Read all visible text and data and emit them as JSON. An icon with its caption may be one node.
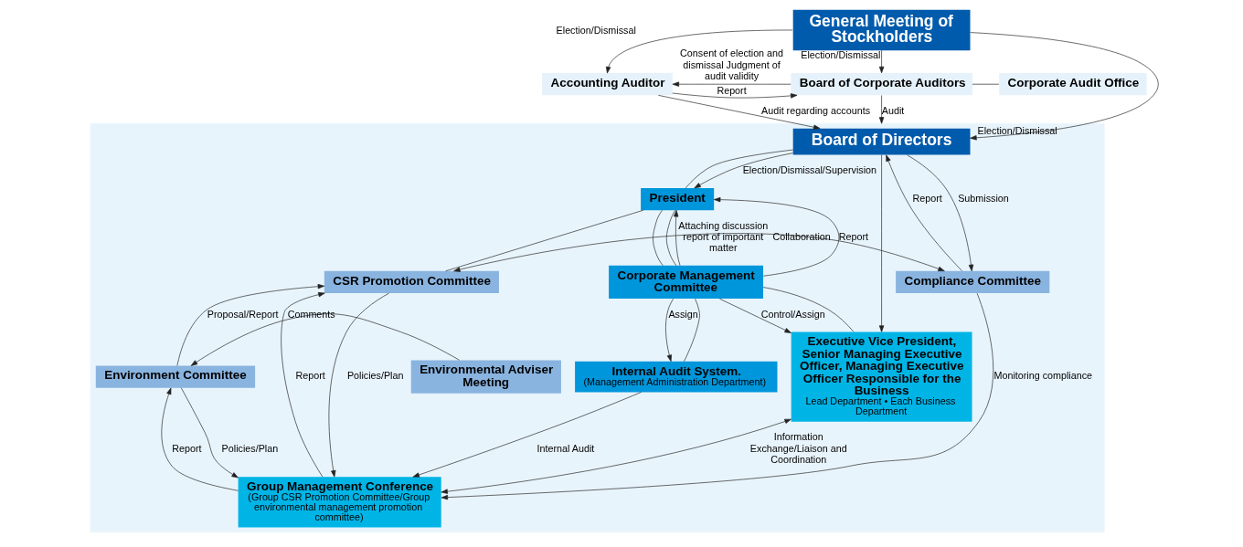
{
  "diagram": {
    "nodes": [
      {
        "text": [
          "General Meeting of Stockholders"
        ]
      },
      {
        "text": [
          "Accounting Auditor"
        ]
      },
      {
        "text": [
          "Board of Corporate Auditors"
        ]
      },
      {
        "text": [
          "Corporate Audit Office"
        ]
      },
      {
        "text": [],
        "shape": "box"
      },
      {
        "text": [
          "Board of Directors"
        ],
        "in": 4
      },
      {
        "text": [
          "President"
        ],
        "in": 4
      },
      {
        "text": [
          "Corporate Management Committee"
        ],
        "in": 4
      },
      {
        "text": [
          "Executive Vice President, Senior Managing Executive Officer, Managing Executive Officer Responsible for the Business",
          "Lead Department • Each Business Department"
        ],
        "in": 4
      },
      {
        "text": [
          "Internal Audit System.",
          "(Management Administration Department)"
        ],
        "in": 4
      },
      {
        "text": [
          "CSR Promotion Committee"
        ],
        "in": 4
      },
      {
        "text": [
          "Compliance Committee"
        ],
        "in": 4
      },
      {
        "text": [
          "Environment Committee"
        ],
        "in": 4
      },
      {
        "text": [
          "Environmental Adviser Meeting"
        ],
        "in": 4
      },
      {
        "text": [
          "Group Management Conference",
          "(Group CSR Promotion Committee/Group environmental management promotion committee)"
        ],
        "in": 4
      }
    ],
    "edges": [
      {
        "from": 0,
        "to": 1,
        "arrow": "to",
        "label": "Election/Dismissal"
      },
      {
        "from": 0,
        "to": 2,
        "arrow": "to",
        "label": "Election/Dismissal"
      },
      {
        "from": 0,
        "to": 5,
        "arrow": "to",
        "label": "Election/Dismissal"
      },
      {
        "from": 1,
        "to": 2,
        "arrow": "to",
        "label": "Report"
      },
      {
        "from": 2,
        "to": 1,
        "arrow": "to",
        "label": "Consent of election and dismissal Judgment of audit validity"
      },
      {
        "from": 2,
        "to": 3,
        "arrow": "none"
      },
      {
        "from": 2,
        "to": 4,
        "arrow": "to",
        "label": "Audit"
      },
      {
        "from": 1,
        "to": 5,
        "arrow": "to",
        "label": "Audit regarding accounts"
      },
      {
        "from": 5,
        "to": 6,
        "arrow": "to",
        "label": "Election/Dismissal/Supervision"
      },
      {
        "from": 5,
        "to": 8,
        "arrow": "to"
      },
      {
        "from": 5,
        "to": 6,
        "arrow": "none"
      },
      {
        "from": 6,
        "to": 10,
        "arrow": "none"
      },
      {
        "from": 6,
        "to": 7,
        "arrow": "none"
      },
      {
        "from": 7,
        "to": 6,
        "arrow": "to",
        "label": "Attaching discussion report of important matter"
      },
      {
        "from": 7,
        "to": 8,
        "arrow": "to",
        "label": "Control/Assign"
      },
      {
        "from": 8,
        "to": 7,
        "arrow": "none"
      },
      {
        "from": 6,
        "to": 7,
        "arrow": "none"
      },
      {
        "from": 7,
        "to": 6,
        "arrow": "to",
        "label": "Report"
      },
      {
        "from": 7,
        "to": 9,
        "arrow": "to",
        "label": "Assign"
      },
      {
        "from": 9,
        "to": 7,
        "arrow": "none"
      },
      {
        "from": 9,
        "to": 14,
        "arrow": "to",
        "label": "Internal Audit"
      },
      {
        "from": 8,
        "to": 14,
        "arrow": "both",
        "label": "Information Exchange/Liaison and Coordination"
      },
      {
        "from": 5,
        "to": 11,
        "arrow": "to",
        "label": "Submission"
      },
      {
        "from": 11,
        "to": 5,
        "arrow": "to",
        "label": "Report"
      },
      {
        "from": 10,
        "to": 11,
        "arrow": "both",
        "label": "Collaboration"
      },
      {
        "from": 10,
        "to": 14,
        "arrow": "to",
        "label": "Policies/Plan"
      },
      {
        "from": 14,
        "to": 10,
        "arrow": "to",
        "label": "Report"
      },
      {
        "from": 12,
        "to": 10,
        "arrow": "to",
        "label": "Proposal/Report"
      },
      {
        "from": 13,
        "to": 12,
        "arrow": "to",
        "label": "Comments"
      },
      {
        "from": 12,
        "to": 14,
        "arrow": "to",
        "label": "Policies/Plan"
      },
      {
        "from": 14,
        "to": 12,
        "arrow": "to",
        "label": "Report"
      },
      {
        "from": 11,
        "to": 14,
        "arrow": "to",
        "label": "Monitoring compliance"
      }
    ]
  }
}
